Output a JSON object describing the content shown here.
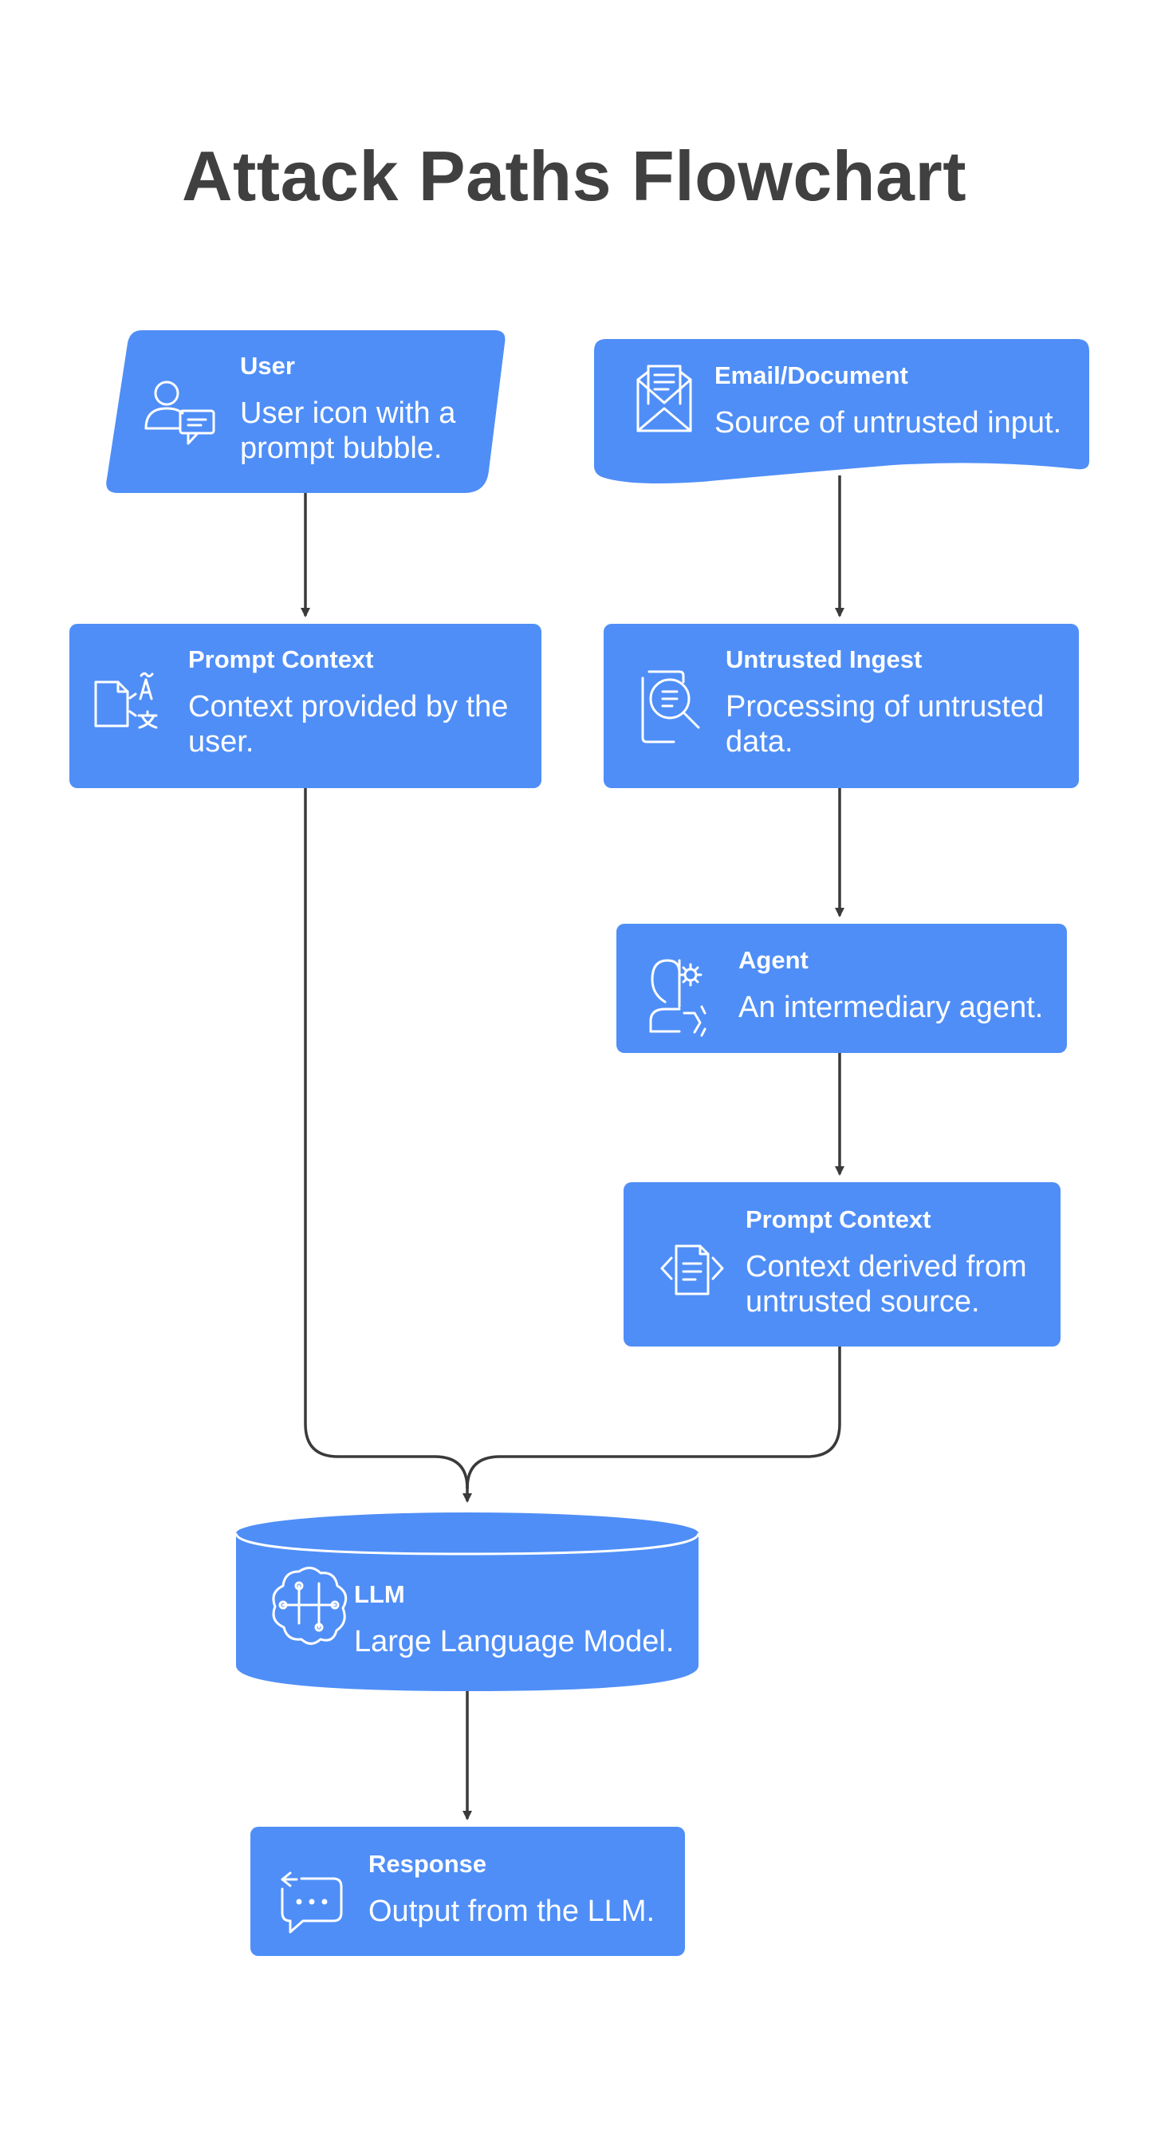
{
  "title": "Attack Paths Flowchart",
  "colors": {
    "node": "#4f8ef7",
    "edge": "#3a3a3a",
    "title": "#404040",
    "icon": "#ffffff"
  },
  "nodes": {
    "user": {
      "title": "User",
      "desc_lines": [
        "User icon with a",
        "prompt bubble."
      ],
      "icon": "user-chat-icon"
    },
    "email": {
      "title": "Email/Document",
      "desc_lines": [
        "Source of untrusted input."
      ],
      "icon": "envelope-document-icon"
    },
    "prompt_user": {
      "title": "Prompt Context",
      "desc_lines": [
        "Context provided by the",
        "user."
      ],
      "icon": "translate-document-icon"
    },
    "ingest": {
      "title": "Untrusted Ingest",
      "desc_lines": [
        "Processing of untrusted",
        "data."
      ],
      "icon": "document-search-icon"
    },
    "agent": {
      "title": "Agent",
      "desc_lines": [
        "An intermediary agent."
      ],
      "icon": "agent-gear-icon"
    },
    "prompt_untrusted": {
      "title": "Prompt Context",
      "desc_lines": [
        "Context derived from",
        "untrusted source."
      ],
      "icon": "code-document-icon"
    },
    "llm": {
      "title": "LLM",
      "desc_lines": [
        "Large Language Model."
      ],
      "icon": "brain-circuit-icon"
    },
    "response": {
      "title": "Response",
      "desc_lines": [
        "Output from the LLM."
      ],
      "icon": "chat-reply-icon"
    }
  },
  "edges": [
    {
      "from": "user",
      "to": "prompt_user"
    },
    {
      "from": "email",
      "to": "ingest"
    },
    {
      "from": "ingest",
      "to": "agent"
    },
    {
      "from": "agent",
      "to": "prompt_untrusted"
    },
    {
      "from": "prompt_user",
      "to": "llm"
    },
    {
      "from": "prompt_untrusted",
      "to": "llm"
    },
    {
      "from": "llm",
      "to": "response"
    }
  ]
}
